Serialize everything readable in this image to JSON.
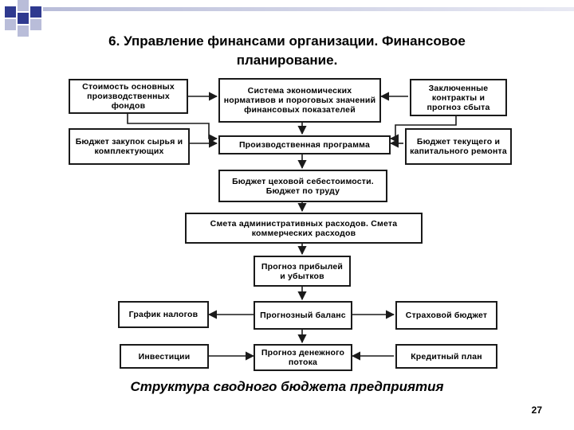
{
  "slide": {
    "title_line1": "6. Управление финансами организации. Финансовое",
    "title_line2": "планирование.",
    "caption": "Структура сводного бюджета предприятия",
    "page_number": "27",
    "accent_color": "#2f3a8f"
  },
  "diagram": {
    "nodes": {
      "stoimost": "Стоимость основных производственных фондов",
      "sistema": "Система экономических нормативов и пороговых значений финансовых показателей",
      "kontrakty": "Заключенные контракты и прогноз сбыта",
      "zakupki": "Бюджет закупок сырья и комплектующих",
      "programma": "Производственная программа",
      "remont": "Бюджет текущего и капитального ремонта",
      "sebestoimost": "Бюджет цеховой себестоимости. Бюджет по труду",
      "smeta": "Смета административных расходов. Смета коммерческих расходов",
      "pribyl": "Прогноз прибылей и убытков",
      "nalogi": "График налогов",
      "balans": "Прогнозный баланс",
      "strahovoy": "Страховой бюджет",
      "investicii": "Инвестиции",
      "potok": "Прогноз денежного потока",
      "kredit": "Кредитный план"
    }
  }
}
